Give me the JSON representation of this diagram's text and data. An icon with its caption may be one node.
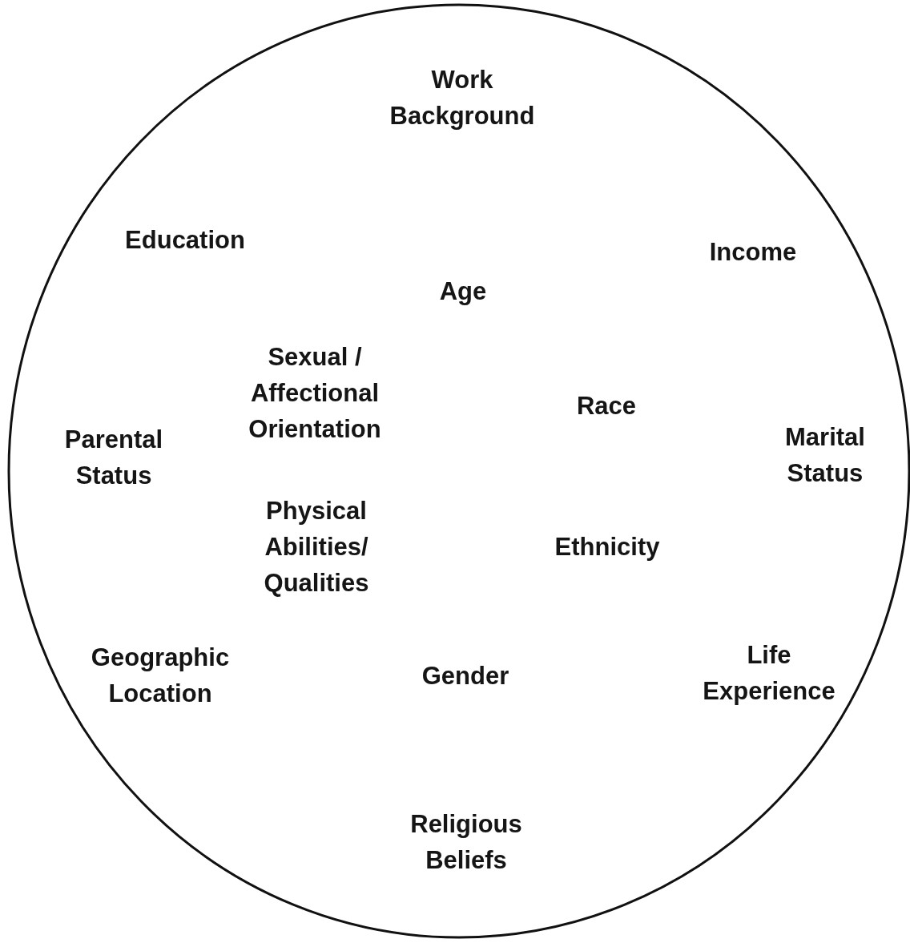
{
  "diagram": {
    "nodes": [
      {
        "text": [
          "Work Background",
          "Education",
          "Income",
          "Age",
          "Sexual / Affectional Orientation",
          "Race",
          "Parental Status",
          "Marital Status",
          "Physical Abilities/ Qualities",
          "Ethnicity",
          "Geographic Location",
          "Gender",
          "Life Experience",
          "Religious Beliefs"
        ]
      }
    ]
  }
}
